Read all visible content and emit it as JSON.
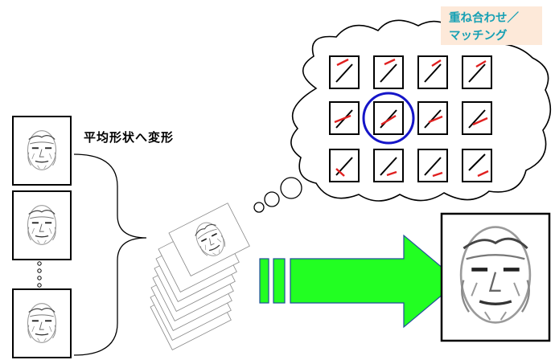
{
  "labels": {
    "transform_to_mean_shape": "平均形状へ変形",
    "overlay_matching_line1": "重ね合わせ／",
    "overlay_matching_line2": "マッチング"
  },
  "colors": {
    "arrow_green": "#22ff22",
    "arrow_outline": "#1f4e9a",
    "highlight_circle": "#1515c8",
    "matched_edge": "#e02020",
    "reference_edge": "#000000",
    "label_box_bg": "#fde9d9",
    "label_text": "#17a0b4"
  },
  "icons": {
    "input_faces": "face-edge-image",
    "output_face": "face-edge-image",
    "patch_cells": "edge-patch"
  },
  "grid": {
    "rows": 3,
    "cols": 4,
    "highlighted_cell": [
      1,
      1
    ]
  },
  "stack_count": 8
}
